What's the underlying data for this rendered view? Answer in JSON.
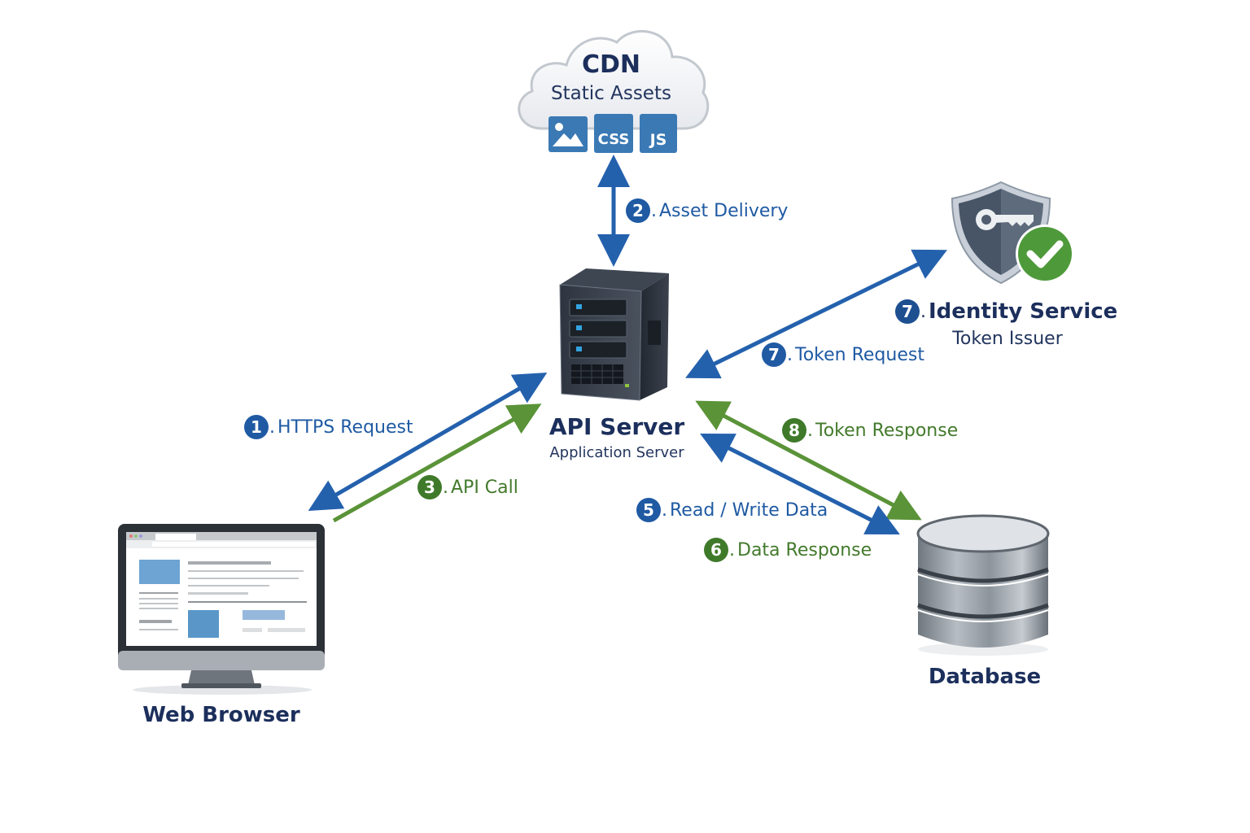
{
  "colors": {
    "request_blue": "#2461ad",
    "response_green": "#5a9338",
    "title_navy": "#1c2f5c",
    "asset_blue": "#3a79b4",
    "check_green": "#4e9a3a"
  },
  "nodes": {
    "cdn": {
      "title": "CDN",
      "subtitle": "Static Assets",
      "assets": [
        "image",
        "CSS",
        "JS"
      ]
    },
    "api_server": {
      "title": "API Server",
      "subtitle": "Application Server"
    },
    "identity": {
      "step": "7",
      "title": "Identity Service",
      "subtitle": "Token Issuer"
    },
    "browser": {
      "title": "Web Browser"
    },
    "database": {
      "title": "Database"
    }
  },
  "flows": [
    {
      "step": "1",
      "label": "HTTPS Request",
      "color": "blue",
      "from": "api_server",
      "to": "browser",
      "bidirectional": true
    },
    {
      "step": "2",
      "label": "Asset Delivery",
      "color": "blue",
      "from": "cdn",
      "to": "api_server",
      "bidirectional": true
    },
    {
      "step": "3",
      "label": "API Call",
      "color": "green",
      "from": "browser",
      "to": "api_server",
      "bidirectional": false
    },
    {
      "step": "5",
      "label": "Read / Write Data",
      "color": "blue",
      "from": "api_server",
      "to": "database",
      "bidirectional": true
    },
    {
      "step": "6",
      "label": "Data Response",
      "color": "green",
      "from": "database",
      "to": "api_server",
      "bidirectional": false
    },
    {
      "step": "7",
      "label": "Token Request",
      "color": "blue",
      "from": "api_server",
      "to": "identity",
      "bidirectional": true
    },
    {
      "step": "8",
      "label": "Token Response",
      "color": "green",
      "from": "api_server",
      "to": "database",
      "bidirectional": true
    }
  ]
}
